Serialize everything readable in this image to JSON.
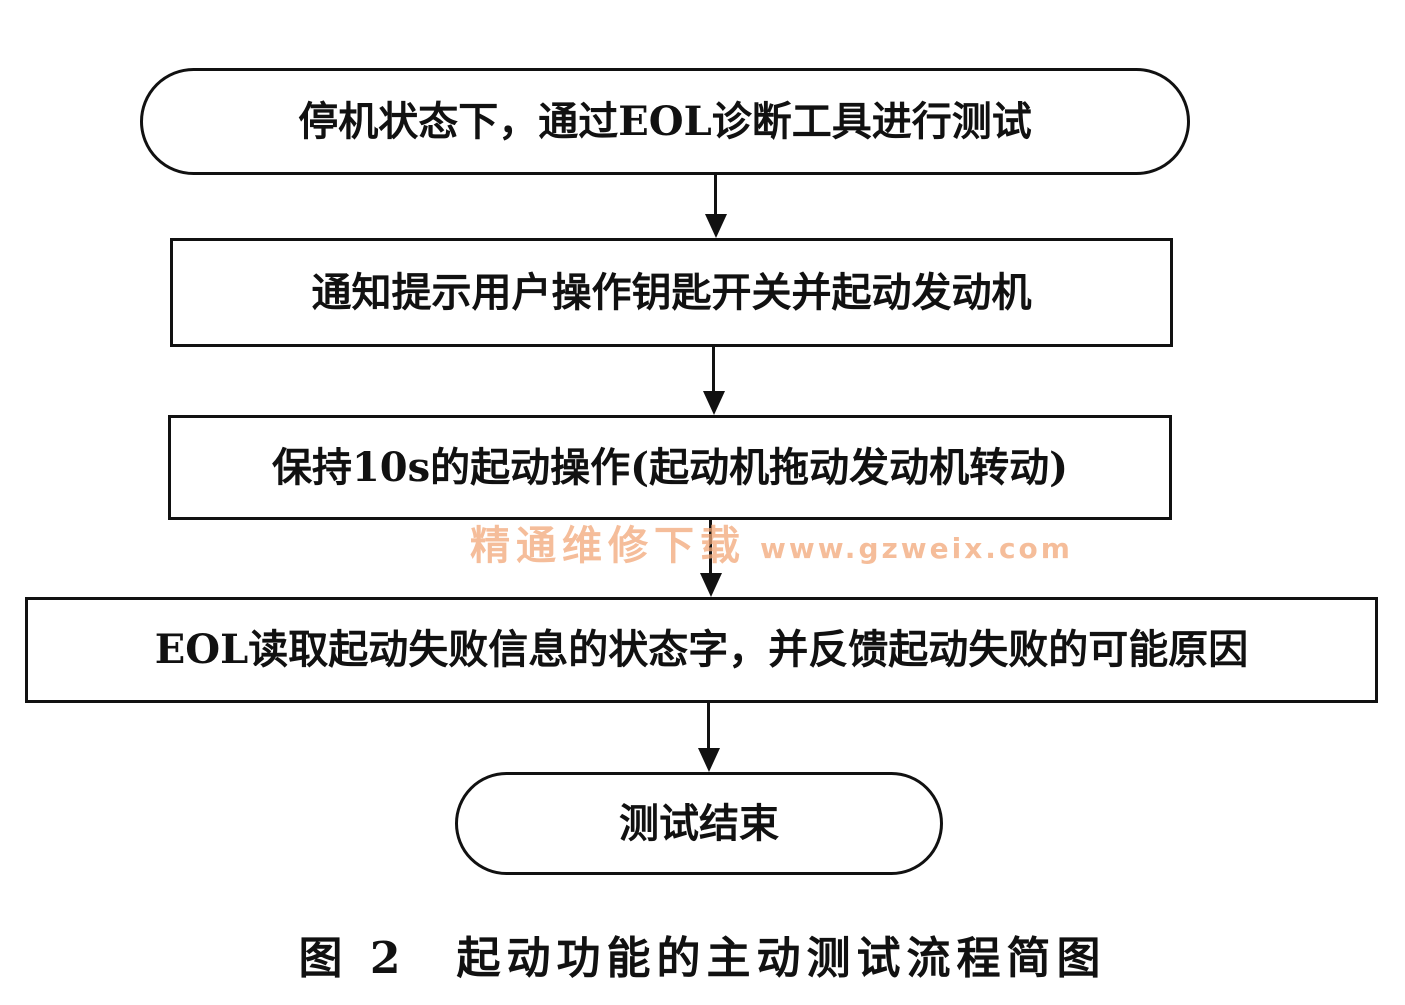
{
  "flowchart": {
    "steps": [
      "停机状态下，通过EOL诊断工具进行测试",
      "通知提示用户操作钥匙开关并起动发动机",
      "保持10s的起动操作(起动机拖动发动机转动)",
      "EOL读取起动失败信息的状态字，并反馈起动失败的可能原因",
      "测试结束"
    ]
  },
  "caption": "图 2　起动功能的主动测试流程简图",
  "watermark": {
    "name": "精通维修下载",
    "url": "www.gzweix.com"
  }
}
